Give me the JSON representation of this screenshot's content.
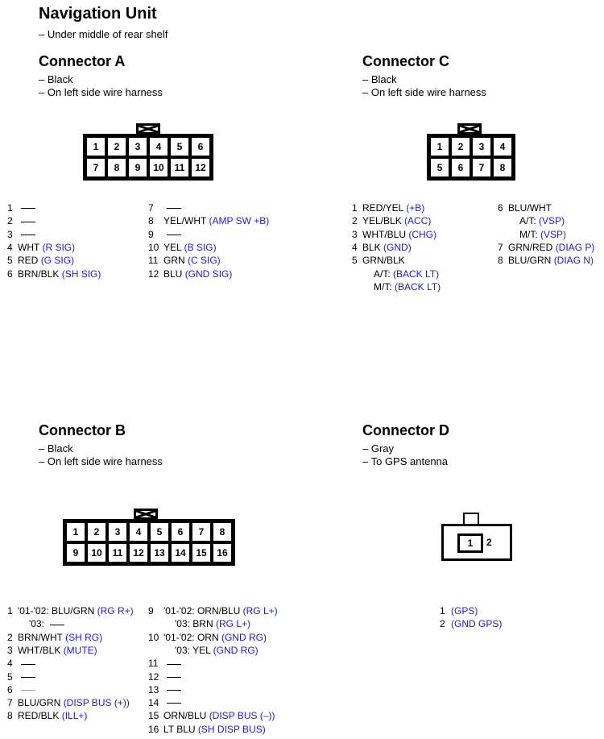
{
  "header": {
    "title": "Navigation Unit",
    "location": "– Under middle of rear shelf"
  },
  "connectors": {
    "A": {
      "title": "Connector A",
      "notes": [
        "– Black",
        "– On left side wire harness"
      ],
      "cells_top": [
        "1",
        "2",
        "3",
        "4",
        "5",
        "6"
      ],
      "cells_bottom": [
        "7",
        "8",
        "9",
        "10",
        "11",
        "12"
      ],
      "pins_left": [
        {
          "num": "1",
          "wire": "",
          "fn": "",
          "blank": true
        },
        {
          "num": "2",
          "wire": "",
          "fn": "",
          "blank": true
        },
        {
          "num": "3",
          "wire": "",
          "fn": "",
          "blank": true
        },
        {
          "num": "4",
          "wire": "WHT",
          "fn": "(R SIG)"
        },
        {
          "num": "5",
          "wire": "RED",
          "fn": "(G SIG)"
        },
        {
          "num": "6",
          "wire": "BRN/BLK",
          "fn": "(SH SIG)"
        }
      ],
      "pins_right": [
        {
          "num": "7",
          "wire": "",
          "fn": "",
          "blank": true
        },
        {
          "num": "8",
          "wire": "YEL/WHT",
          "fn": "(AMP SW +B)"
        },
        {
          "num": "9",
          "wire": "",
          "fn": "",
          "blank": true
        },
        {
          "num": "10",
          "wire": "YEL",
          "fn": "(B SIG)"
        },
        {
          "num": "11",
          "wire": "GRN",
          "fn": "(C SIG)"
        },
        {
          "num": "12",
          "wire": "BLU",
          "fn": "(GND SIG)"
        }
      ]
    },
    "C": {
      "title": "Connector C",
      "notes": [
        "– Black",
        "– On left side wire harness"
      ],
      "cells_top": [
        "1",
        "2",
        "3",
        "4"
      ],
      "cells_bottom": [
        "5",
        "6",
        "7",
        "8"
      ],
      "pins_left": [
        {
          "num": "1",
          "wire": "RED/YEL",
          "fn": "(+B)"
        },
        {
          "num": "2",
          "wire": "YEL/BLK",
          "fn": "(ACC)"
        },
        {
          "num": "3",
          "wire": "WHT/BLU",
          "fn": "(CHG)"
        },
        {
          "num": "4",
          "wire": "BLK",
          "fn": "(GND)"
        },
        {
          "num": "5",
          "wire": "GRN/BLK",
          "fn": ""
        },
        {
          "num": "",
          "wire": "A/T:",
          "fn": "(BACK LT)",
          "indent": true
        },
        {
          "num": "",
          "wire": "M/T:",
          "fn": "(BACK LT)",
          "indent": true
        }
      ],
      "pins_right": [
        {
          "num": "6",
          "wire": "BLU/WHT",
          "fn": ""
        },
        {
          "num": "",
          "wire": "A/T:",
          "fn": "(VSP)",
          "indent": true
        },
        {
          "num": "",
          "wire": "M/T:",
          "fn": "(VSP)",
          "indent": true
        },
        {
          "num": "7",
          "wire": "GRN/RED",
          "fn": "(DIAG P)"
        },
        {
          "num": "8",
          "wire": "BLU/GRN",
          "fn": "(DIAG N)"
        }
      ]
    },
    "B": {
      "title": "Connector B",
      "notes": [
        "– Black",
        "– On left side wire harness"
      ],
      "cells_top": [
        "1",
        "2",
        "3",
        "4",
        "5",
        "6",
        "7",
        "8"
      ],
      "cells_bottom": [
        "9",
        "10",
        "11",
        "12",
        "13",
        "14",
        "15",
        "16"
      ],
      "pins_left": [
        {
          "num": "1",
          "wire": "'01-'02: BLU/GRN",
          "fn": "(RG R+)"
        },
        {
          "num": "",
          "wire": "'03:",
          "fn": "",
          "dash": true,
          "indent": true
        },
        {
          "num": "2",
          "wire": "BRN/WHT",
          "fn": "(SH RG)"
        },
        {
          "num": "3",
          "wire": "WHT/BLK",
          "fn": "(MUTE)"
        },
        {
          "num": "4",
          "wire": "",
          "fn": "",
          "blank": true
        },
        {
          "num": "5",
          "wire": "",
          "fn": "",
          "blank": true
        },
        {
          "num": "6",
          "wire": "",
          "fn": "",
          "blank": true,
          "gray": true
        },
        {
          "num": "7",
          "wire": "BLU/GRN",
          "fn": "(DISP BUS (+))"
        },
        {
          "num": "8",
          "wire": "RED/BLK",
          "fn": "(ILL+)"
        }
      ],
      "pins_right": [
        {
          "num": "9",
          "wire": "'01-'02: ORN/BLU",
          "fn": "(RG L+)"
        },
        {
          "num": "",
          "wire": "'03: BRN",
          "fn": "(RG L+)",
          "indent": true
        },
        {
          "num": "10",
          "wire": "'01-'02: ORN",
          "fn": "(GND RG)"
        },
        {
          "num": "",
          "wire": "'03: YEL",
          "fn": "(GND RG)",
          "indent": true
        },
        {
          "num": "11",
          "wire": "",
          "fn": "",
          "blank": true
        },
        {
          "num": "12",
          "wire": "",
          "fn": "",
          "blank": true
        },
        {
          "num": "13",
          "wire": "",
          "fn": "",
          "blank": true
        },
        {
          "num": "14",
          "wire": "",
          "fn": "",
          "blank": true
        },
        {
          "num": "15",
          "wire": "ORN/BLU",
          "fn": "(DISP BUS (–))"
        },
        {
          "num": "16",
          "wire": "LT BLU",
          "fn": "(SH DISP BUS)"
        }
      ]
    },
    "D": {
      "title": "Connector D",
      "notes": [
        "– Gray",
        "– To GPS antenna"
      ],
      "cells": [
        "1",
        "2"
      ],
      "pins_left": [
        {
          "num": "1",
          "wire": "",
          "fn": "(GPS)"
        },
        {
          "num": "2",
          "wire": "",
          "fn": "(GND GPS)"
        }
      ]
    }
  }
}
